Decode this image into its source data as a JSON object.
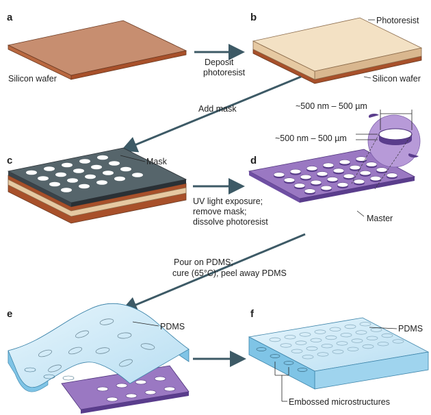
{
  "colors": {
    "silicon_top": "#c78e70",
    "silicon_side": "#a8502a",
    "photoresist_top": "#f3e1c4",
    "photoresist_side": "#d9b78f",
    "mask_top": "#56656b",
    "mask_side": "#2a3035",
    "master_top": "#9a78c2",
    "master_side": "#5a3d8c",
    "pdms_top": "#cfe9f7",
    "pdms_side": "#7fc4e6",
    "arrow": "#3d5a66"
  },
  "panels": {
    "a": {
      "letter": "a",
      "label": "Silicon wafer"
    },
    "b": {
      "letter": "b",
      "label_photoresist": "Photoresist",
      "label_wafer": "Silicon wafer"
    },
    "c": {
      "letter": "c",
      "label_mask": "Mask"
    },
    "d": {
      "letter": "d",
      "label_master": "Master",
      "dim_width": "~500 nm – 500 µm",
      "dim_height": "~500 nm – 500 µm"
    },
    "e": {
      "letter": "e",
      "label_pdms": "PDMS"
    },
    "f": {
      "letter": "f",
      "label_pdms": "PDMS",
      "label_embossed": "Embossed microstructures"
    }
  },
  "steps": {
    "a_to_b": [
      "Deposit",
      "photoresist"
    ],
    "b_to_c": [
      "Add mask"
    ],
    "c_to_d": [
      "UV light exposure;",
      "remove mask;",
      "dissolve photoresist"
    ],
    "d_to_e": [
      "Pour on PDMS;",
      "cure (65°C); peel away PDMS"
    ]
  }
}
